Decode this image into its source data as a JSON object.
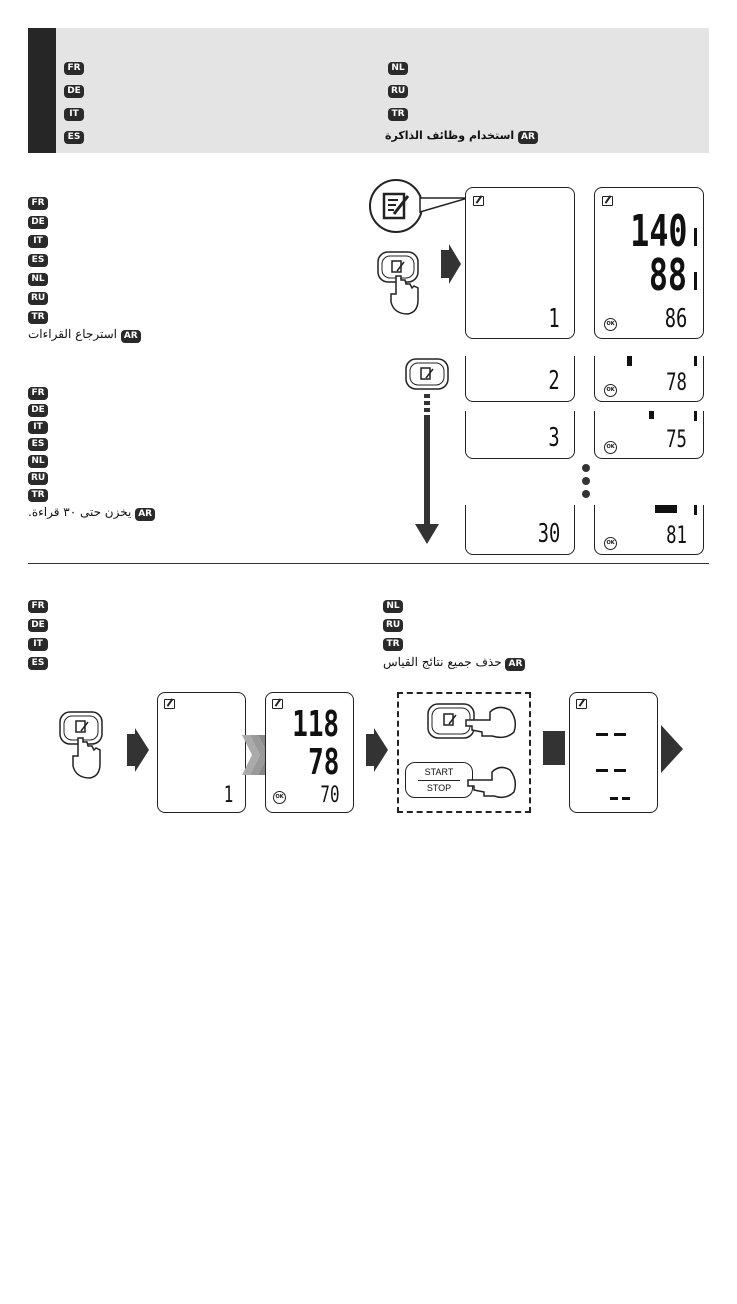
{
  "header": {
    "langs_left": [
      "FR",
      "DE",
      "IT",
      "ES"
    ],
    "langs_right": [
      "NL",
      "RU",
      "TR",
      "AR"
    ],
    "ar_title": "استخدام وظائف الذاكرة"
  },
  "section1": {
    "langs": [
      "FR",
      "DE",
      "IT",
      "ES",
      "NL",
      "RU",
      "TR",
      "AR"
    ],
    "ar_text": "استرجاع القراءات",
    "lcd_index": "1",
    "reading": {
      "sys": "140",
      "dia": "88",
      "pulse": "86"
    }
  },
  "section2": {
    "langs": [
      "FR",
      "DE",
      "IT",
      "ES",
      "NL",
      "RU",
      "TR",
      "AR"
    ],
    "ar_text": "يخزن حتى ٣٠ قراءة.",
    "rows": [
      {
        "index": "2",
        "pulse": "78"
      },
      {
        "index": "3",
        "pulse": "75"
      },
      {
        "index": "30",
        "pulse": "81"
      }
    ]
  },
  "section3": {
    "langs_left": [
      "FR",
      "DE",
      "IT",
      "ES"
    ],
    "langs_right": [
      "NL",
      "RU",
      "TR",
      "AR"
    ],
    "ar_text": "حذف جميع نتائج القياس",
    "lcd_index": "1",
    "reading": {
      "sys": "118",
      "dia": "78",
      "pulse": "70"
    },
    "start_label": "START",
    "stop_label": "STOP"
  },
  "icons": {
    "memory": "memory-icon",
    "hand": "hand-pointer-icon",
    "ok": "ok-icon"
  }
}
